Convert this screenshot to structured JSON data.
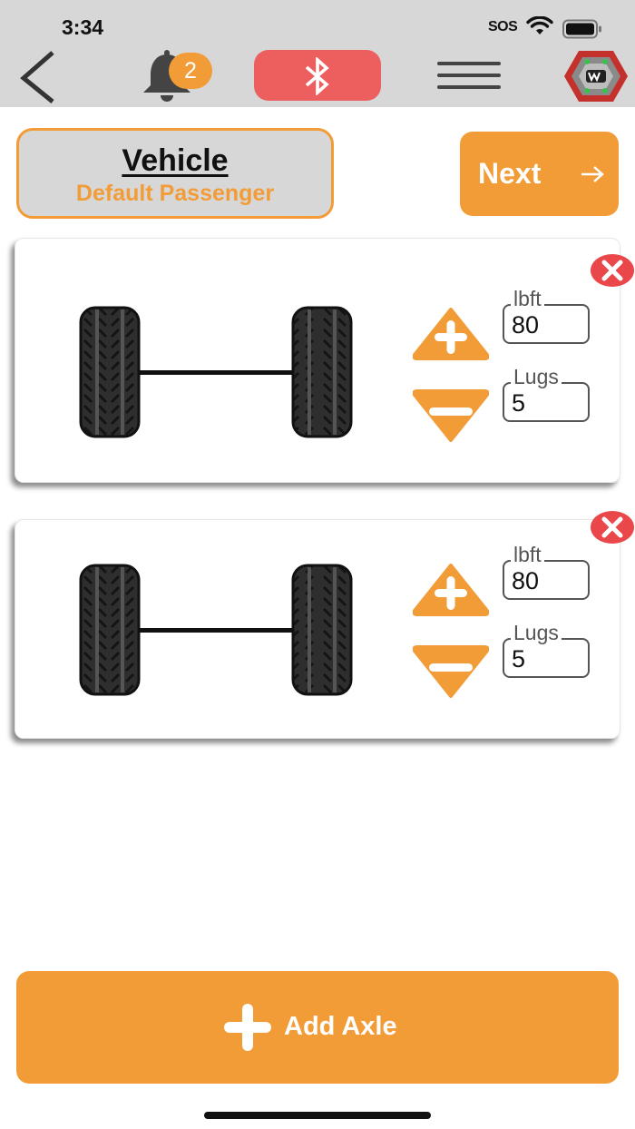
{
  "status_bar": {
    "time": "3:34",
    "sos": "SOS",
    "wifi_icon": "wifi-icon",
    "battery_icon": "battery-icon"
  },
  "nav": {
    "back_icon": "chevron-left-icon",
    "notification_icon": "bell-icon",
    "notification_count": "2",
    "bluetooth_icon": "bluetooth-icon",
    "menu_icon": "hamburger-menu-icon",
    "logo_icon": "app-logo-icon"
  },
  "vehicle": {
    "title": "Vehicle",
    "subtitle": "Default Passenger"
  },
  "next_button": {
    "label": "Next",
    "icon": "arrow-right-icon"
  },
  "axles": [
    {
      "torque_label": "lbft",
      "torque_value": "80",
      "lugs_label": "Lugs",
      "lugs_value": "5"
    },
    {
      "torque_label": "lbft",
      "torque_value": "80",
      "lugs_label": "Lugs",
      "lugs_value": "5"
    }
  ],
  "add_axle_button": {
    "label": "Add Axle",
    "icon": "plus-icon"
  },
  "colors": {
    "accent": "#f29c38",
    "bar_background": "#d7d7d7",
    "bluetooth_button": "#ec5f5e",
    "remove": "#e9474a"
  }
}
